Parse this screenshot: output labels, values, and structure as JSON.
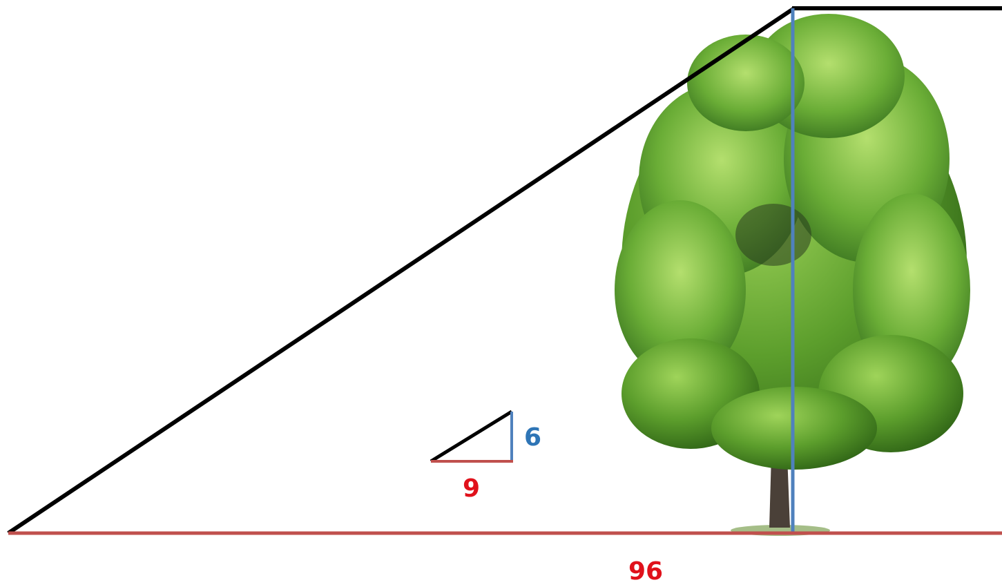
{
  "diagram": {
    "large_triangle": {
      "base_label": "96"
    },
    "small_triangle": {
      "height_label": "6",
      "base_label": "9"
    },
    "colors": {
      "base": "#c0504d",
      "height": "#4f81bd",
      "hypotenuse": "#000000",
      "label_red": "#e0111b",
      "label_blue": "#2e75b6"
    },
    "illustration": "tree-icon"
  }
}
